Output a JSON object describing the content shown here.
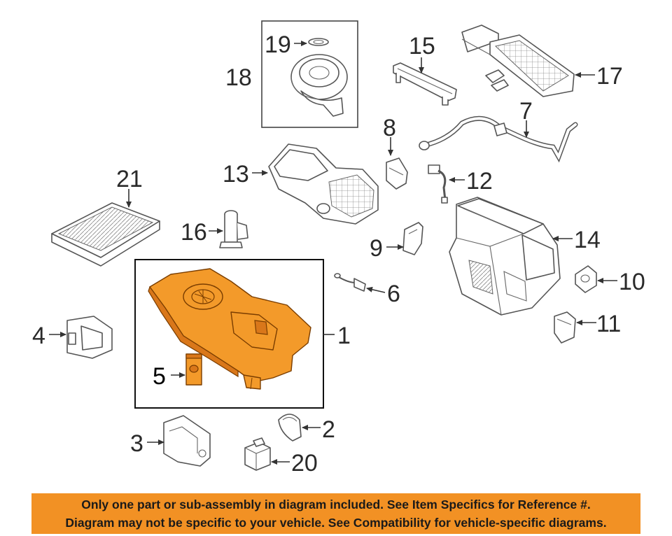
{
  "callouts": {
    "n1": "1",
    "n2": "2",
    "n3": "3",
    "n4": "4",
    "n5": "5",
    "n6": "6",
    "n7": "7",
    "n8": "8",
    "n9": "9",
    "n10": "10",
    "n11": "11",
    "n12": "12",
    "n13": "13",
    "n14": "14",
    "n15": "15",
    "n16": "16",
    "n17": "17",
    "n18": "18",
    "n19": "19",
    "n20": "20",
    "n21": "21"
  },
  "banner": {
    "line1": "Only one part or sub-assembly in diagram included. See Item Specifics for Reference #.",
    "line2": "Diagram may not be specific to your vehicle. See Compatibility for vehicle-specific diagrams."
  },
  "colors": {
    "highlight_part": "#f39a2a",
    "banner_background": "#f29124"
  }
}
